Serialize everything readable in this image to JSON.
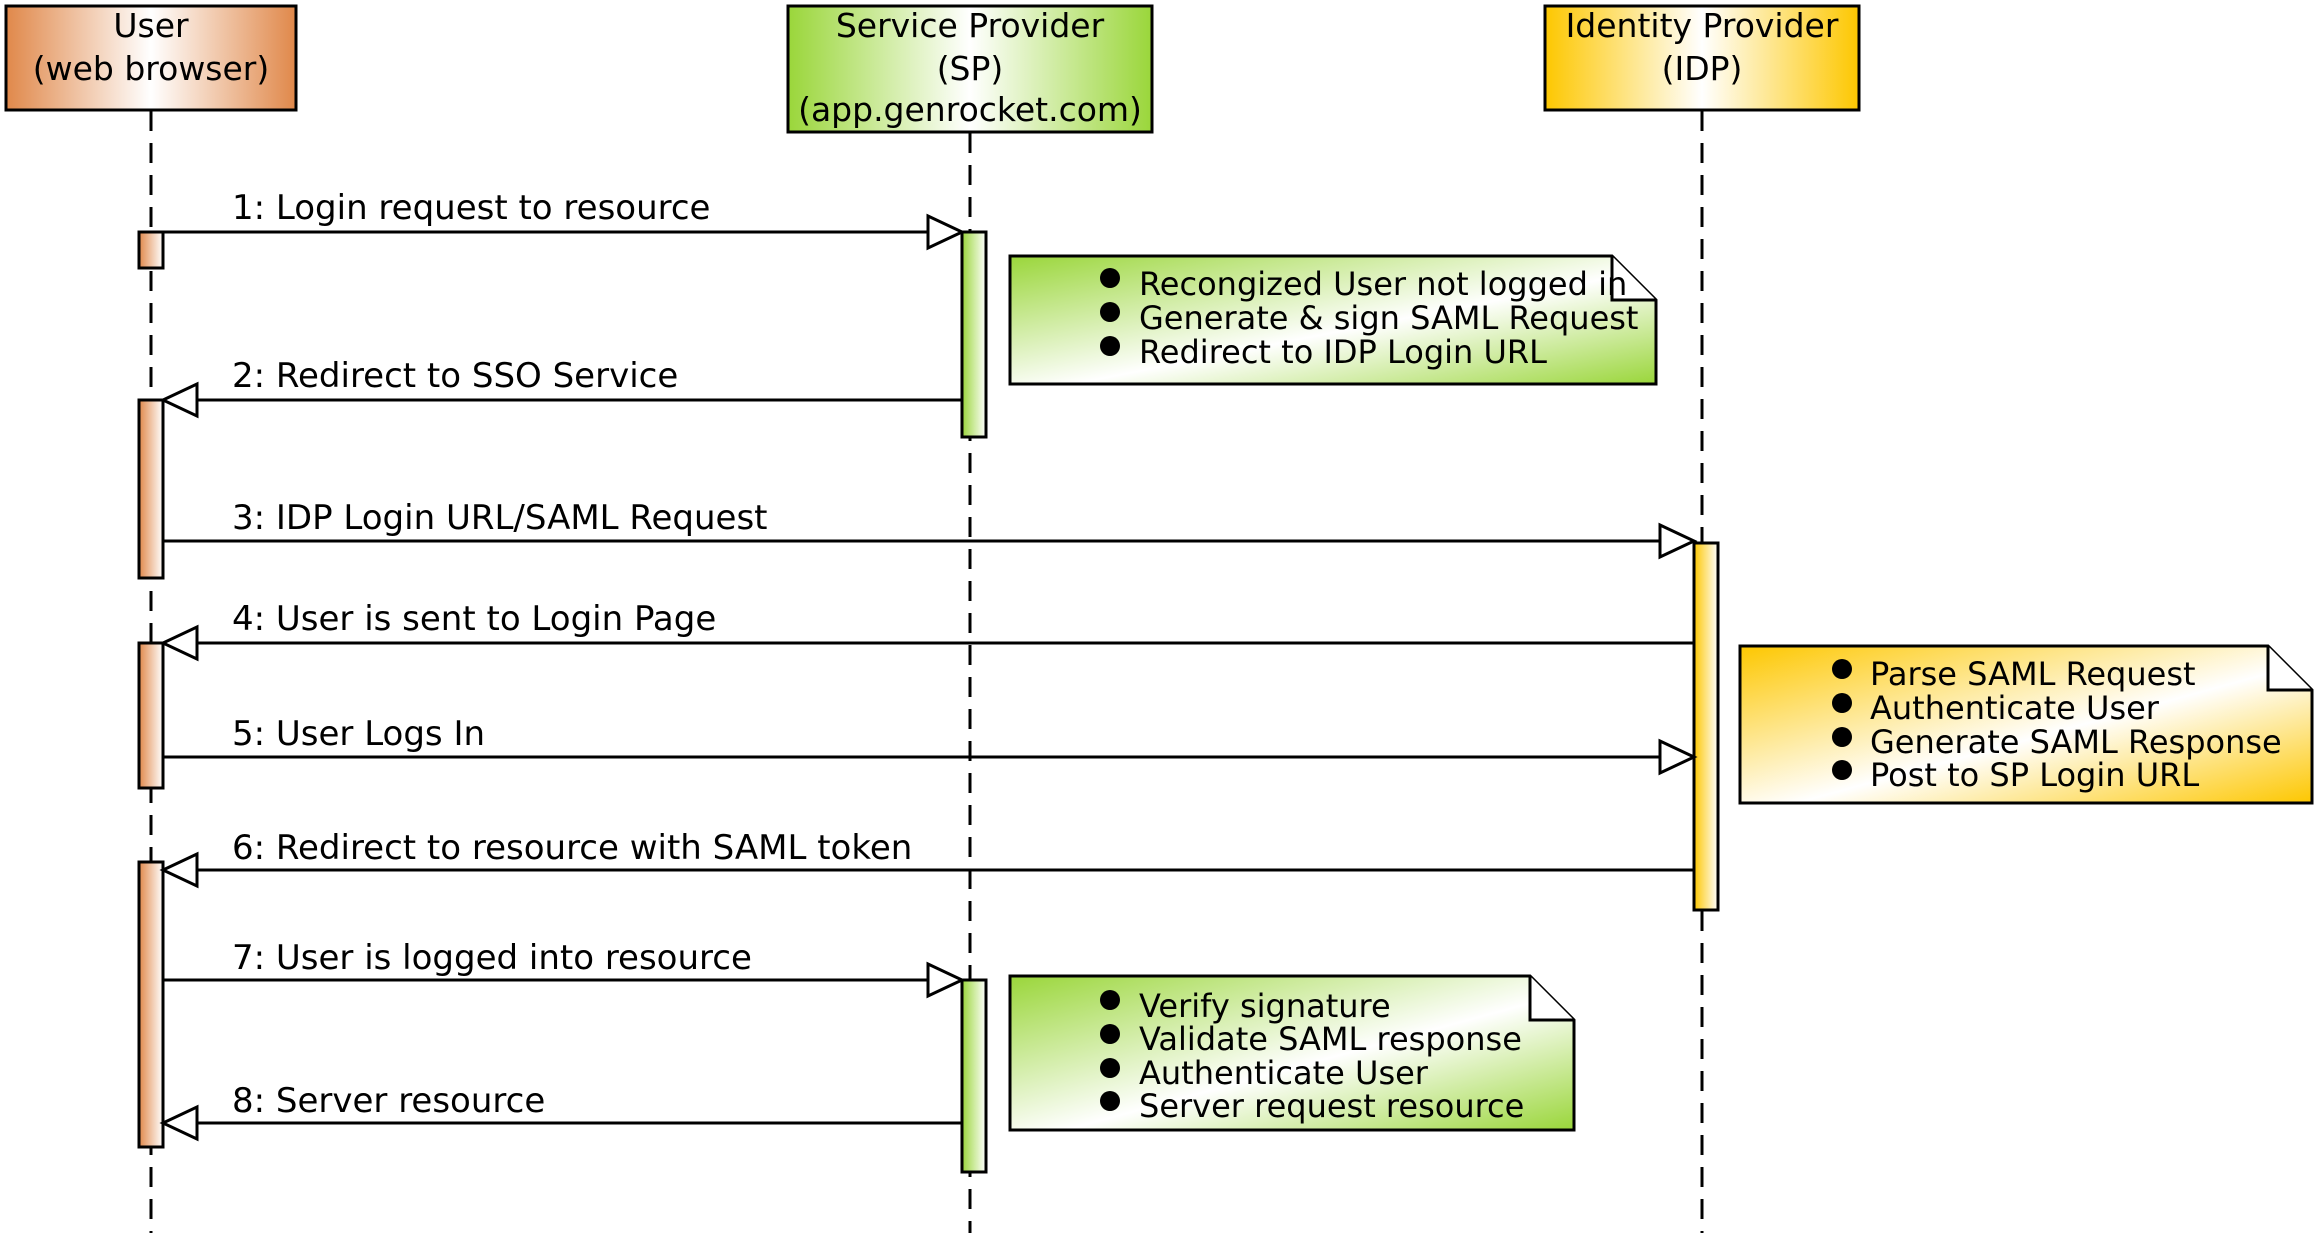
{
  "actors": {
    "user": {
      "lines": [
        "User",
        "(web browser)"
      ]
    },
    "sp": {
      "lines": [
        "Service Provider",
        "(SP)",
        "(app.genrocket.com)"
      ]
    },
    "idp": {
      "lines": [
        "Identity Provider",
        "(IDP)"
      ]
    }
  },
  "messages": [
    {
      "label": "1: Login request to resource"
    },
    {
      "label": "2: Redirect to SSO Service"
    },
    {
      "label": "3: IDP Login URL/SAML Request"
    },
    {
      "label": "4: User is sent to Login Page"
    },
    {
      "label": "5: User Logs In"
    },
    {
      "label": "6: Redirect to resource with SAML token"
    },
    {
      "label": "7: User is logged into resource"
    },
    {
      "label": "8: Server resource"
    }
  ],
  "notes": [
    {
      "items": [
        "Recongized User not logged in",
        "Generate & sign SAML Request",
        "Redirect to IDP Login URL"
      ]
    },
    {
      "items": [
        "Parse SAML Request",
        "Authenticate User",
        "Generate SAML Response",
        "Post to SP Login URL"
      ]
    },
    {
      "items": [
        "Verify signature",
        "Validate SAML response",
        "Authenticate User",
        "Server request resource"
      ]
    }
  ],
  "colors": {
    "user": "#e0884a",
    "sp": "#9ad63a",
    "idp": "#fdc700",
    "line": "#000000"
  }
}
